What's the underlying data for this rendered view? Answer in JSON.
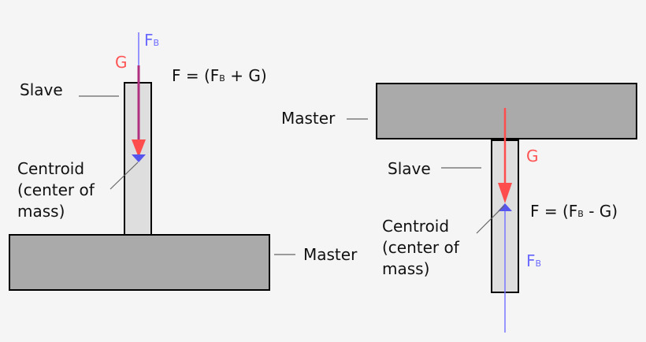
{
  "colors": {
    "gravity": "#ff4d4d",
    "buoyancy": "#6666ff",
    "master_fill": "#aaaaaa",
    "slave_fill": "#dedede"
  },
  "left": {
    "fb_label": {
      "main": "F",
      "sub": "B"
    },
    "g_label": "G",
    "equation": {
      "prefix": "F = (F",
      "sub": "B",
      "suffix": " + G)"
    },
    "slave_label": "Slave",
    "centroid_lines": [
      "Centroid",
      "(center of",
      "mass)"
    ],
    "master_label": "Master"
  },
  "right": {
    "master_label": "Master",
    "g_label": "G",
    "slave_label": "Slave",
    "equation": {
      "prefix": "F = (F",
      "sub": "B",
      "suffix": " - G)"
    },
    "centroid_lines": [
      "Centroid",
      "(center of",
      "mass)"
    ],
    "fb_label": {
      "main": "F",
      "sub": "B"
    }
  }
}
